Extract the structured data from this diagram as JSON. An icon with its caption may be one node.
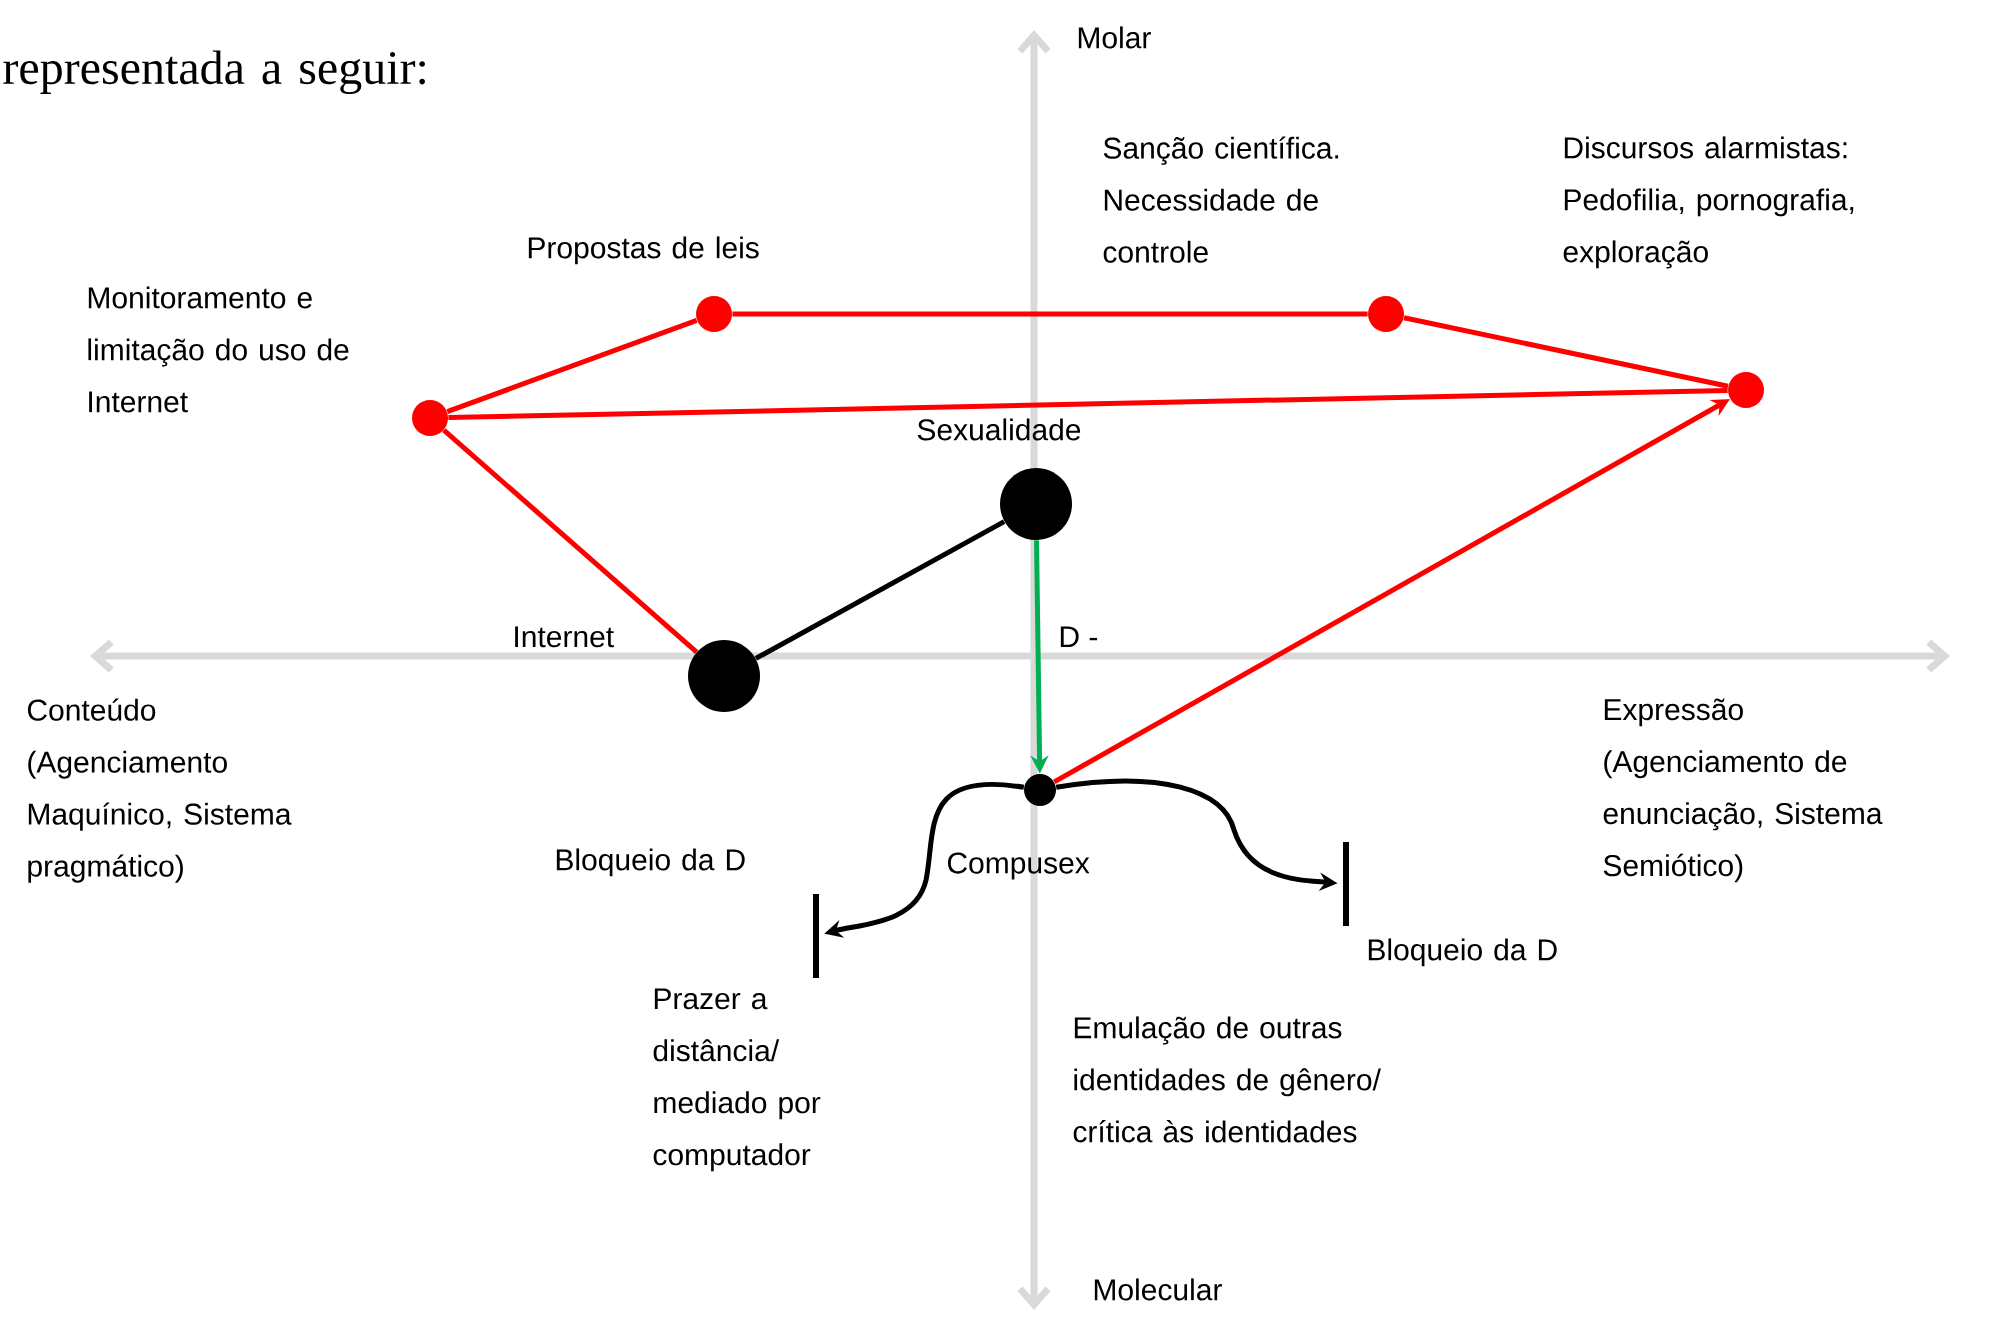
{
  "diagram": {
    "nodes": [
      {
        "text": [],
        "shape": "circle",
        "beside": [
          "Monitoramento e limitação do uso de Internet"
        ]
      },
      {
        "text": [],
        "shape": "circle",
        "beside": [
          "Propostas de leis"
        ]
      },
      {
        "text": [],
        "shape": "circle",
        "beside": [
          "Sanção científica. Necessidade de controle"
        ]
      },
      {
        "text": [],
        "shape": "circle",
        "beside": [
          "Discursos alarmistas: Pedofilia, pornografia, exploração"
        ]
      },
      {
        "text": [],
        "shape": "circle",
        "beside": [
          "Sexualidade"
        ]
      },
      {
        "text": [],
        "shape": "circle",
        "beside": [
          "Internet"
        ]
      },
      {
        "text": [],
        "shape": "circle",
        "beside": [
          "Compusex"
        ]
      },
      {
        "text": [],
        "shape": "bar",
        "beside": [
          "Bloqueio da D",
          "Prazer a distância/ mediado por computador"
        ]
      },
      {
        "text": [],
        "shape": "bar",
        "beside": [
          "Bloqueio da D",
          "Emulação de outras identidades de gênero/ crítica às identidades"
        ]
      }
    ],
    "edges": [
      {
        "from": 0,
        "to": 1,
        "arrow": "none"
      },
      {
        "from": 1,
        "to": 2,
        "arrow": "none"
      },
      {
        "from": 2,
        "to": 3,
        "arrow": "none"
      },
      {
        "from": 0,
        "to": 3,
        "arrow": "none"
      },
      {
        "from": 0,
        "to": 5,
        "arrow": "none"
      },
      {
        "from": 5,
        "to": 4,
        "arrow": "none",
        "color": "#000000"
      },
      {
        "from": 4,
        "to": 6,
        "arrow": "to",
        "label": "D -",
        "color": "#00b050"
      },
      {
        "from": 6,
        "to": 3,
        "arrow": "to"
      },
      {
        "from": 6,
        "to": 7,
        "arrow": "to",
        "color": "#000000"
      },
      {
        "from": 6,
        "to": 8,
        "arrow": "to",
        "color": "#000000"
      }
    ],
    "labels": [
      "representada a seguir:",
      "Molar",
      "Conteúdo (Agenciamento Maquínico, Sistema pragmático)",
      "Expressão (Agenciamento de enunciação, Sistema Semiótico)",
      "Molecular"
    ]
  }
}
